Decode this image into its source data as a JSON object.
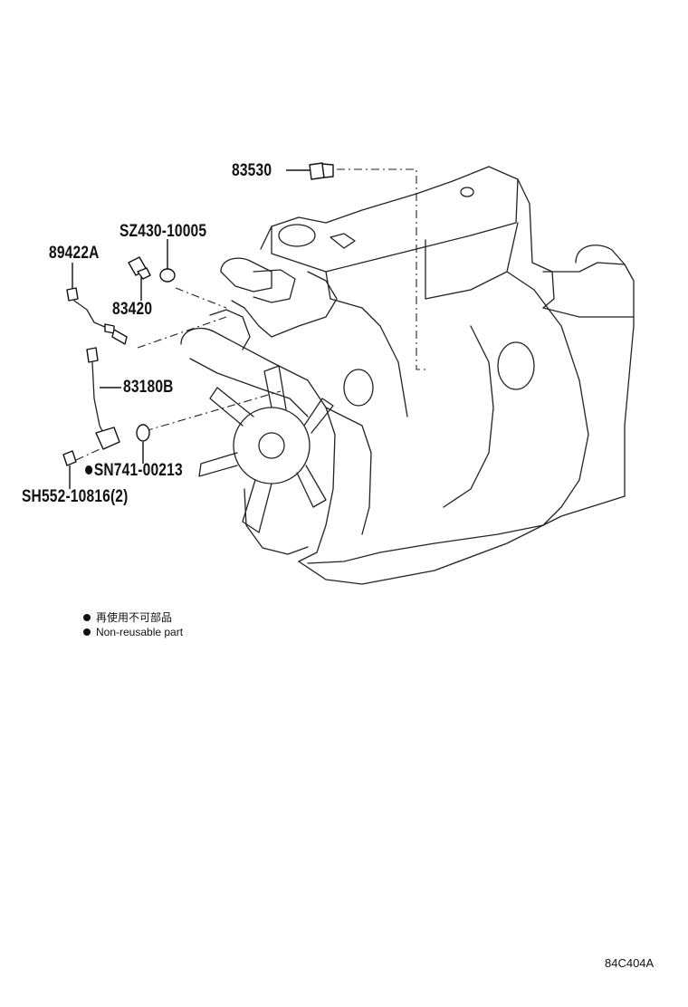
{
  "callouts": {
    "p83530": "83530",
    "p89422a": "89422A",
    "sz430": "SZ430-10005",
    "p83420": "83420",
    "p83180b": "83180B",
    "sn741": "SN741-00213",
    "sh552": "SH552-10816(2)"
  },
  "legend": {
    "line1": "再使用不可部品",
    "line2": "Non-reusable part"
  },
  "drawing_id": "84C404A",
  "colors": {
    "ink": "#111111",
    "background": "#ffffff"
  },
  "markers": {
    "non_reusable": "filled-circle"
  }
}
